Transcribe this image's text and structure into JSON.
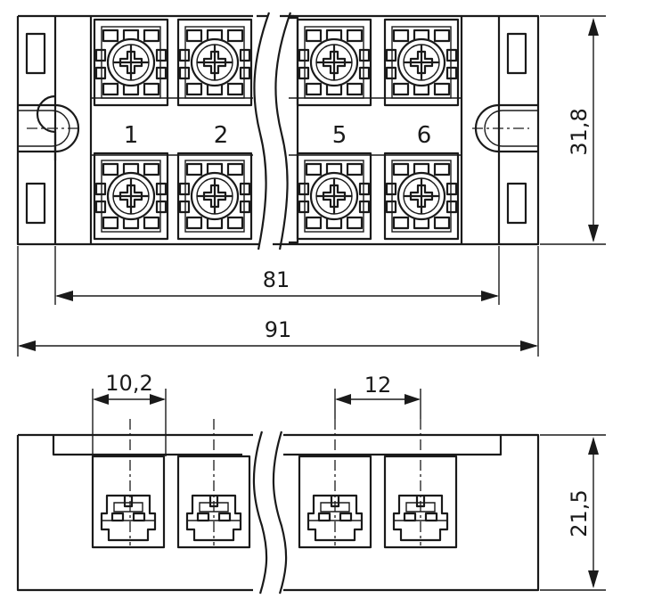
{
  "terminals": {
    "t1": "1",
    "t2": "2",
    "t5": "5",
    "t6": "6"
  },
  "dimensions": {
    "height_top": "31,8",
    "inner_width": "81",
    "total_width": "91",
    "terminal_width": "10,2",
    "pitch": "12",
    "height_side": "21,5"
  }
}
